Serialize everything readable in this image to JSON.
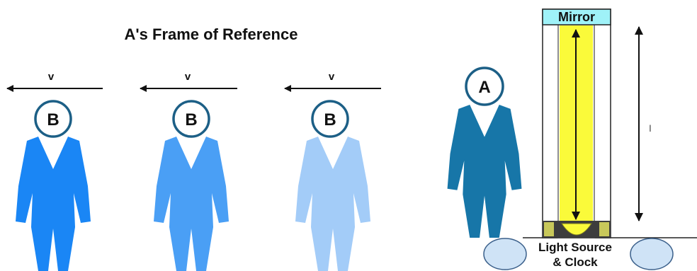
{
  "title": "A's Frame of Reference",
  "velocity_label": "v",
  "observer_b_letter": "B",
  "observer_a_letter": "A",
  "mirror_label": "Mirror",
  "light_source_label_line1": "Light Source",
  "light_source_label_line2": "& Clock",
  "length_label": "l",
  "colors": {
    "b_figure_1": "#1a86f5",
    "b_figure_2": "#4a9ff5",
    "b_figure_3": "#a3ccf8",
    "a_figure": "#1776a8",
    "head_stroke": "#1c5f86",
    "mirror_fill": "#9ff2f8",
    "light_beam": "#fafa3a",
    "wheel_fill": "#cfe3f6",
    "wheel_stroke": "#3a5f8a"
  },
  "icons": {
    "velocity_arrow": "left-arrow-icon",
    "light_path": "double-headed-arrow-icon",
    "length_marker": "double-headed-arrow-icon"
  }
}
